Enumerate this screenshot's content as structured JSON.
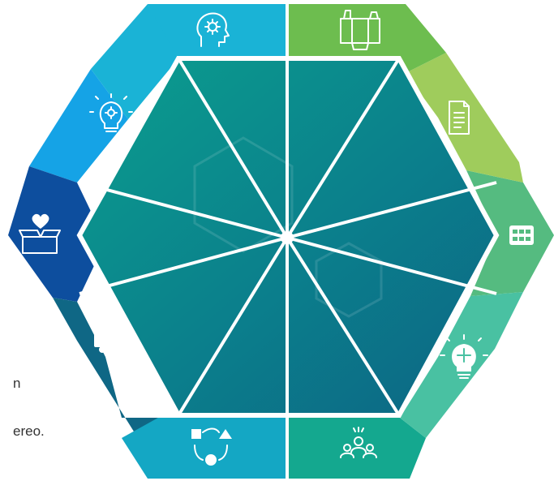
{
  "diagram": {
    "segments": [
      {
        "name": "segment-top-left",
        "icon": "head-gear-icon",
        "color": "#1ab3d6"
      },
      {
        "name": "segment-upper-left",
        "icon": "lightbulb-gear-icon",
        "color": "#15a3e6"
      },
      {
        "name": "segment-left",
        "icon": "box-heart-icon",
        "color": "#0d4e9e"
      },
      {
        "name": "segment-lower-left",
        "icon": "delivery-truck-icon",
        "color": "#0f6785"
      },
      {
        "name": "segment-bottom-left",
        "icon": "shapes-cycle-icon",
        "color": "#14a7c4"
      },
      {
        "name": "segment-bottom-right",
        "icon": "team-people-icon",
        "color": "#14a88f"
      },
      {
        "name": "segment-lower-right",
        "icon": "lightbulb-puzzle-icon",
        "color": "#49c1a2"
      },
      {
        "name": "segment-right",
        "icon": "table-grid-icon",
        "color": "#55bb80"
      },
      {
        "name": "segment-upper-right",
        "icon": "document-icon",
        "color": "#9fcc5c"
      },
      {
        "name": "segment-top-right",
        "icon": "packaging-box-icon",
        "color": "#6dbd4f"
      }
    ],
    "inner_gradient": [
      "#0a8f8f",
      "#0b7a8a",
      "#0c6a84"
    ],
    "line_color": "#ffffff"
  },
  "side_text": {
    "line1": "n",
    "line2": "ereo."
  }
}
